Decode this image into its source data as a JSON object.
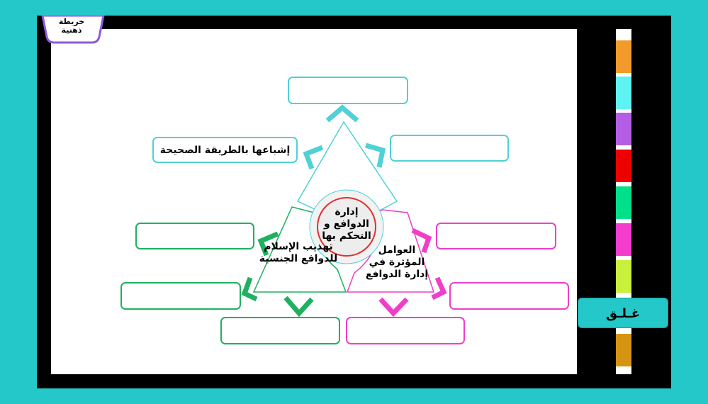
{
  "tab": {
    "label_line1": "خريطة",
    "label_line2": "ذهنية"
  },
  "close_button": {
    "label": "غـلـق"
  },
  "center": {
    "label": "إدارة الدوافع و التحكم بها"
  },
  "branches": {
    "top": {
      "color": "#4fd1d6",
      "filled_box_text": "إشباعها بالطريقة الصحيحة"
    },
    "left": {
      "color": "#1fb060",
      "label": "تهذيب الإسلام للدوافع الجنسية"
    },
    "right": {
      "color": "#ef3fc9",
      "label": "العوامل المؤثرة في إدارة الدوافع"
    }
  },
  "color_strip": [
    "#f39a2c",
    "#5ff2f2",
    "#b45ee6",
    "#ee0000",
    "#00e08a",
    "#f43ccf",
    "#c8f03c",
    "#ffffff",
    "#d59412"
  ]
}
